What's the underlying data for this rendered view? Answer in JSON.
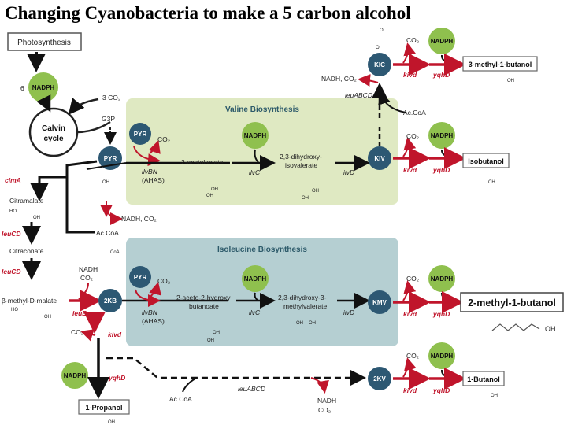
{
  "title": "Changing Cyanobacteria to make a 5 carbon alcohol",
  "photosynthesis": "Photosynthesis",
  "six_nadph": "6",
  "nadph": "NADPH",
  "co2": "CO₂",
  "three_co2": "3 CO₂",
  "g3p": "G3P",
  "calvin_line1": "Calvin",
  "calvin_line2": "cycle",
  "pyr": "PYR",
  "kic": "KIC",
  "kiv": "KIV",
  "twokb": "2KB",
  "kmv": "KMV",
  "twokv": "2KV",
  "valine_title": "Valine Biosynthesis",
  "isoleucine_title": "Isoleucine Biosynthesis",
  "cima": "cimA",
  "citramalate": "Citramalate",
  "leucd_1": "leuCD",
  "citraconate": "Citraconate",
  "leucd_2": "leuCD",
  "methylmalate": "β-methyl-D-malate",
  "leub": "leuB",
  "nadh_co2": "NADH, CO₂",
  "nadh": "NADH",
  "acetyl_coa": "Ac.CoA",
  "ilvbn_1": "ilvBN",
  "ahas_1": "(AHAS)",
  "ilvbn_2": "ilvBN",
  "ahas_2": "(AHAS)",
  "ilvc_1": "ilvC",
  "ilvc_2": "ilvC",
  "ilvd_1": "ilvD",
  "ilvd_2": "ilvD",
  "acetolactate": "2-acetolactate",
  "dihydroxy_iso_1": "2,3-dihydroxy-",
  "dihydroxy_iso_2": "isovalerate",
  "acetohydroxy_1": "2-aceto-2-hydroxy",
  "acetohydroxy_2": "butanoate",
  "dihydroxy_methyl_1": "2,3-dihydroxy-3-",
  "dihydroxy_methyl_2": "methylvalerate",
  "leuabcd": "leuABCD",
  "kivd": "kivd",
  "yqhd": "yqhD",
  "prod_3mb": "3-methyl-1-butanol",
  "prod_isobutanol": "Isobutanol",
  "prod_2mb": "2-methyl-1-butanol",
  "prod_1butanol": "1-Butanol",
  "prod_1propanol": "1-Propanol",
  "oh": "OH",
  "chem_o": "O",
  "chem_ho": "HO",
  "chem_oh": "OH",
  "chem_ch": "CH",
  "chem_coa": "CoA",
  "colors": {
    "valine_panel": "#dfe9c2",
    "isoleucine_panel": "#b5cfd2",
    "node_dark": "#2d5873",
    "nadph_green": "#8fc04e",
    "enzyme_red": "#c0152b"
  }
}
